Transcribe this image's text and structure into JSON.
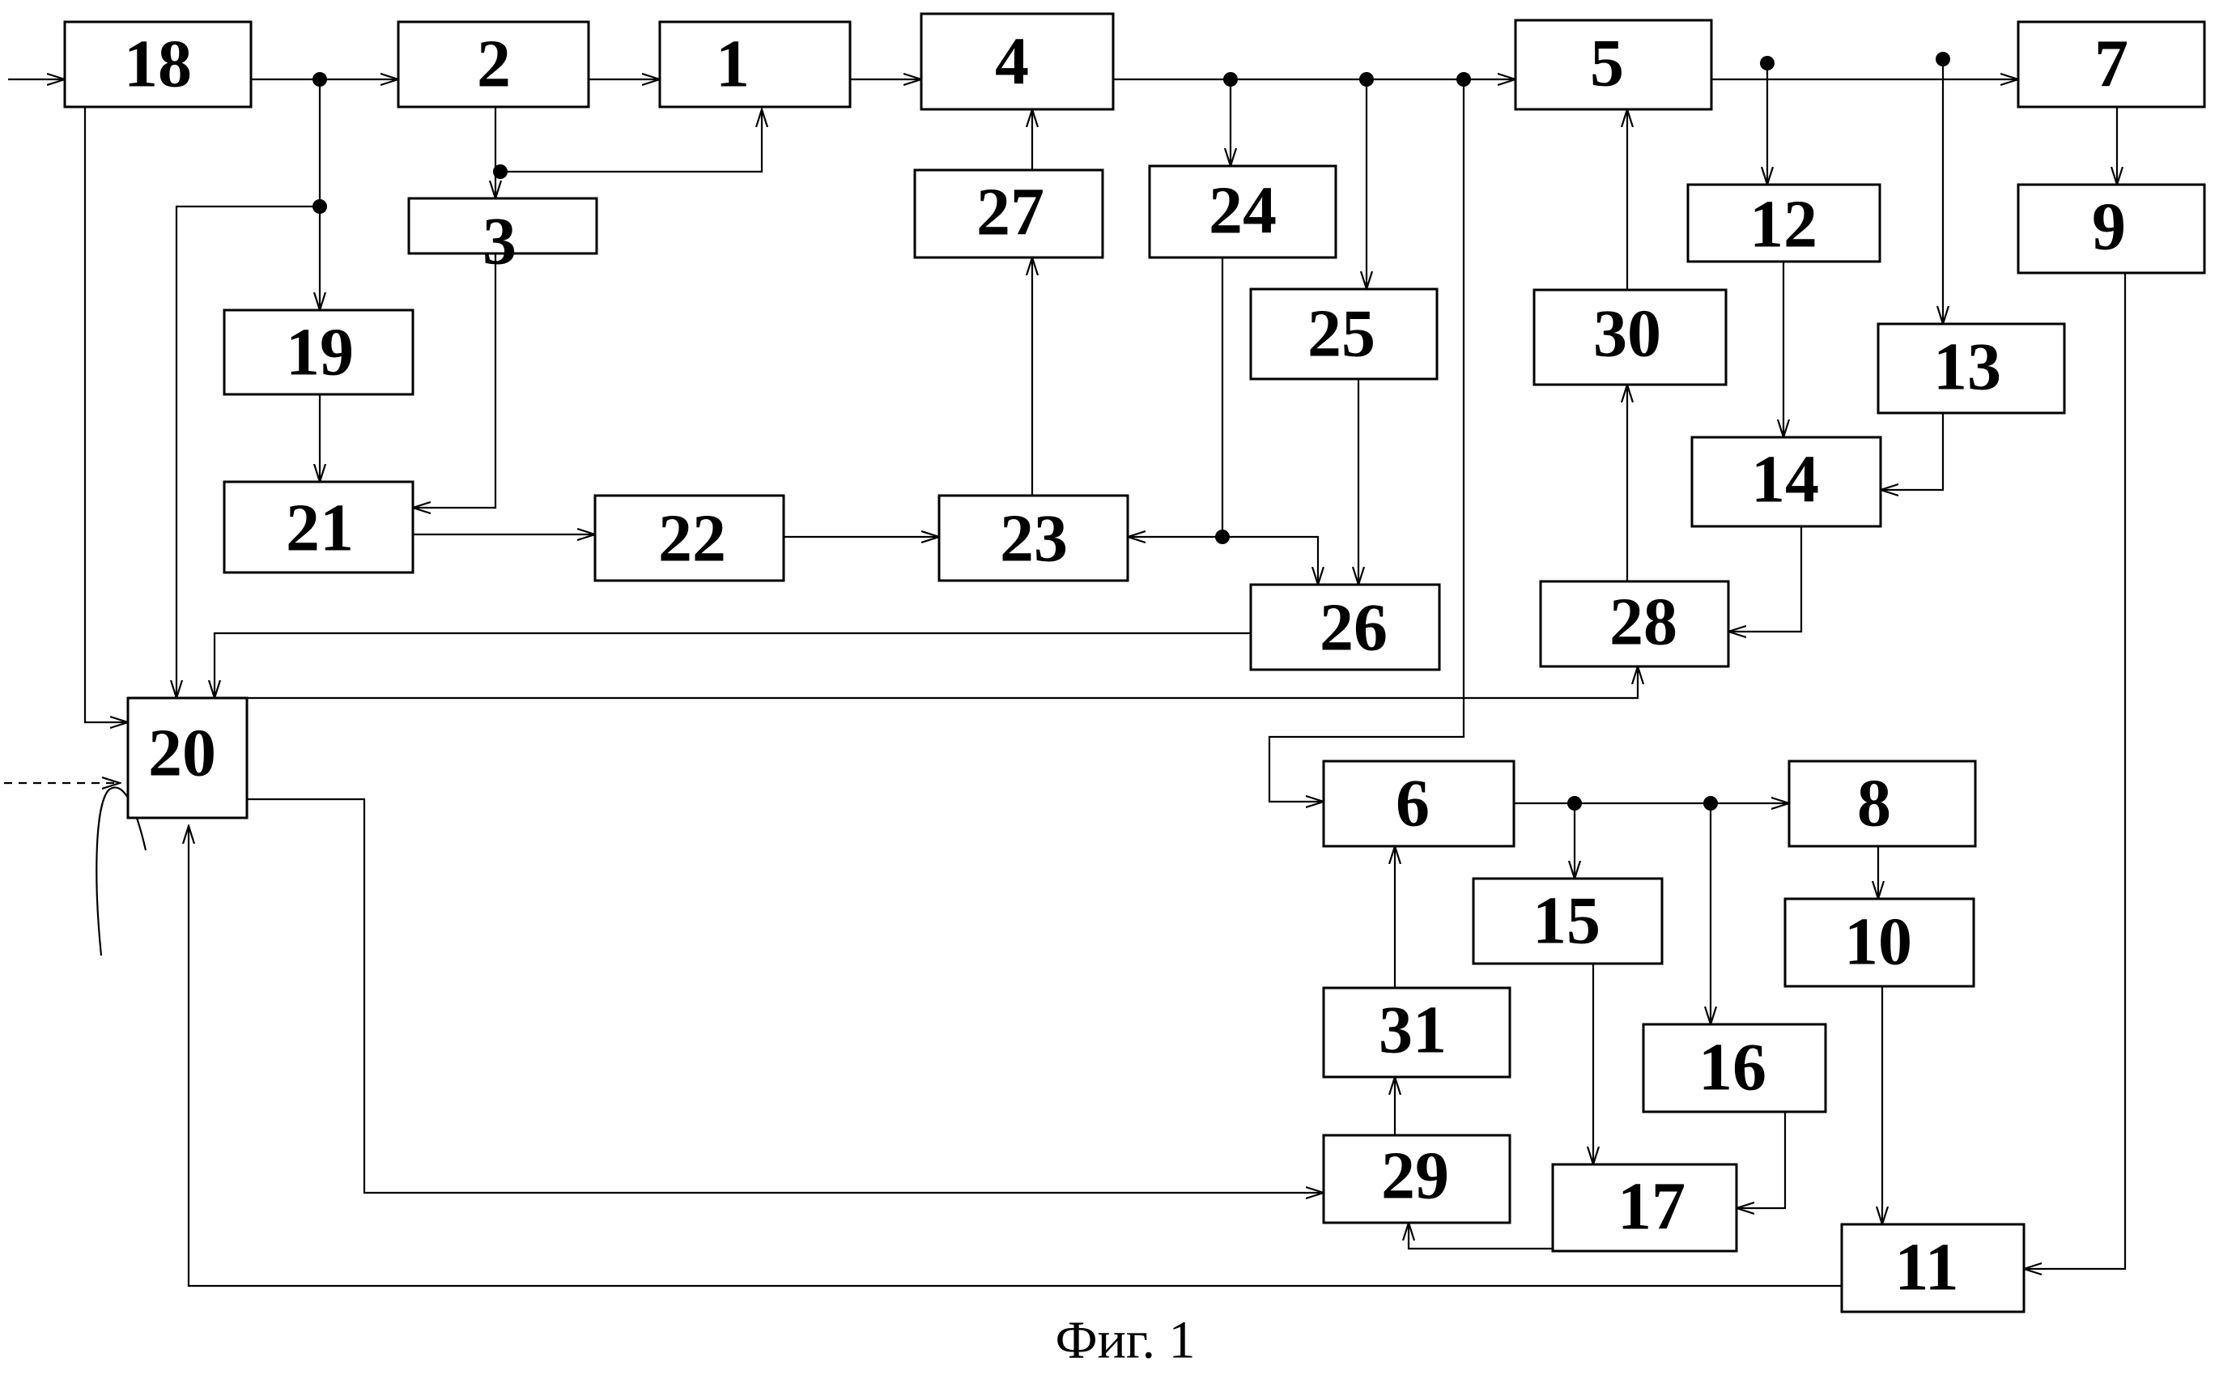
{
  "diagram": {
    "caption": "Фиг. 1",
    "blocks": [
      {
        "id": "18",
        "label": "18"
      },
      {
        "id": "2",
        "label": "2"
      },
      {
        "id": "1",
        "label": "1"
      },
      {
        "id": "4",
        "label": "4"
      },
      {
        "id": "5",
        "label": "5"
      },
      {
        "id": "7",
        "label": "7"
      },
      {
        "id": "3",
        "label": "3"
      },
      {
        "id": "27",
        "label": "27"
      },
      {
        "id": "24",
        "label": "24"
      },
      {
        "id": "12",
        "label": "12"
      },
      {
        "id": "9",
        "label": "9"
      },
      {
        "id": "19",
        "label": "19"
      },
      {
        "id": "25",
        "label": "25"
      },
      {
        "id": "30",
        "label": "30"
      },
      {
        "id": "13",
        "label": "13"
      },
      {
        "id": "21",
        "label": "21"
      },
      {
        "id": "22",
        "label": "22"
      },
      {
        "id": "23",
        "label": "23"
      },
      {
        "id": "14",
        "label": "14"
      },
      {
        "id": "26",
        "label": "26"
      },
      {
        "id": "28",
        "label": "28"
      },
      {
        "id": "20",
        "label": "20"
      },
      {
        "id": "6",
        "label": "6"
      },
      {
        "id": "8",
        "label": "8"
      },
      {
        "id": "15",
        "label": "15"
      },
      {
        "id": "10",
        "label": "10"
      },
      {
        "id": "31",
        "label": "31"
      },
      {
        "id": "16",
        "label": "16"
      },
      {
        "id": "29",
        "label": "29"
      },
      {
        "id": "17",
        "label": "17"
      },
      {
        "id": "11",
        "label": "11"
      }
    ],
    "connections": [
      {
        "from": "input",
        "to": "18"
      },
      {
        "from": "18",
        "to": "2"
      },
      {
        "from": "2",
        "to": "1"
      },
      {
        "from": "2",
        "to": "3"
      },
      {
        "from": "2",
        "to": "1",
        "port": "bottom"
      },
      {
        "from": "1",
        "to": "4"
      },
      {
        "from": "4",
        "to": "5"
      },
      {
        "from": "4",
        "to": "24"
      },
      {
        "from": "4",
        "to": "25"
      },
      {
        "from": "4",
        "to": "6"
      },
      {
        "from": "5",
        "to": "7"
      },
      {
        "from": "5",
        "to": "12"
      },
      {
        "from": "5",
        "to": "13"
      },
      {
        "from": "7",
        "to": "9"
      },
      {
        "from": "9",
        "to": "11"
      },
      {
        "from": "12",
        "to": "14"
      },
      {
        "from": "13",
        "to": "14"
      },
      {
        "from": "14",
        "to": "28"
      },
      {
        "from": "28",
        "to": "30"
      },
      {
        "from": "30",
        "to": "5"
      },
      {
        "from": "18",
        "to": "19"
      },
      {
        "from": "18",
        "to": "20"
      },
      {
        "from": "19",
        "to": "21"
      },
      {
        "from": "3",
        "to": "21"
      },
      {
        "from": "21",
        "to": "22"
      },
      {
        "from": "22",
        "to": "23"
      },
      {
        "from": "23",
        "to": "27"
      },
      {
        "from": "27",
        "to": "4"
      },
      {
        "from": "24",
        "to": "23"
      },
      {
        "from": "24",
        "to": "26"
      },
      {
        "from": "25",
        "to": "26"
      },
      {
        "from": "26",
        "to": "20"
      },
      {
        "from": "20",
        "to": "28"
      },
      {
        "from": "20",
        "to": "29"
      },
      {
        "from": "6",
        "to": "8"
      },
      {
        "from": "6",
        "to": "15"
      },
      {
        "from": "6",
        "to": "16"
      },
      {
        "from": "8",
        "to": "10"
      },
      {
        "from": "10",
        "to": "11"
      },
      {
        "from": "15",
        "to": "17"
      },
      {
        "from": "16",
        "to": "17"
      },
      {
        "from": "17",
        "to": "29"
      },
      {
        "from": "29",
        "to": "31"
      },
      {
        "from": "31",
        "to": "6"
      },
      {
        "from": "11",
        "to": "20"
      }
    ]
  }
}
